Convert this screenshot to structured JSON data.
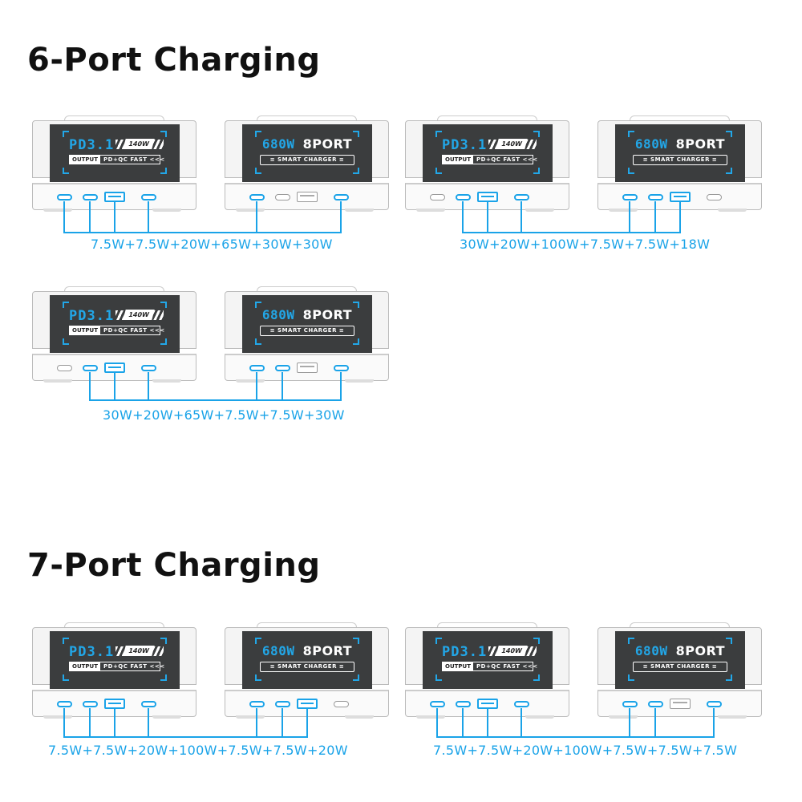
{
  "sections": [
    {
      "title": "6-Port Charging",
      "configs": [
        {
          "caption": "7.5W+7.5W+20W+65W+30W+30W"
        },
        {
          "caption": "30W+20W+100W+7.5W+7.5W+18W"
        },
        {
          "caption": "30W+20W+65W+7.5W+7.5W+30W"
        }
      ]
    },
    {
      "title": "7-Port Charging",
      "configs": [
        {
          "caption": "7.5W+7.5W+20W+100W+7.5W+7.5W+20W"
        },
        {
          "caption": "7.5W+7.5W+20W+100W+7.5W+7.5W+7.5W"
        }
      ]
    }
  ],
  "charger_left": {
    "title": "PD3.1",
    "badge": "140W",
    "output_label": "OUTPUT",
    "output_text": "PD+QC FAST <<<"
  },
  "charger_right": {
    "title_blue": "680W",
    "title_white": "8PORT",
    "subtitle": "SMART CHARGER"
  },
  "colors": {
    "accent": "#1aa3e8",
    "screen": "#3b3d3e",
    "heading": "#111111"
  }
}
